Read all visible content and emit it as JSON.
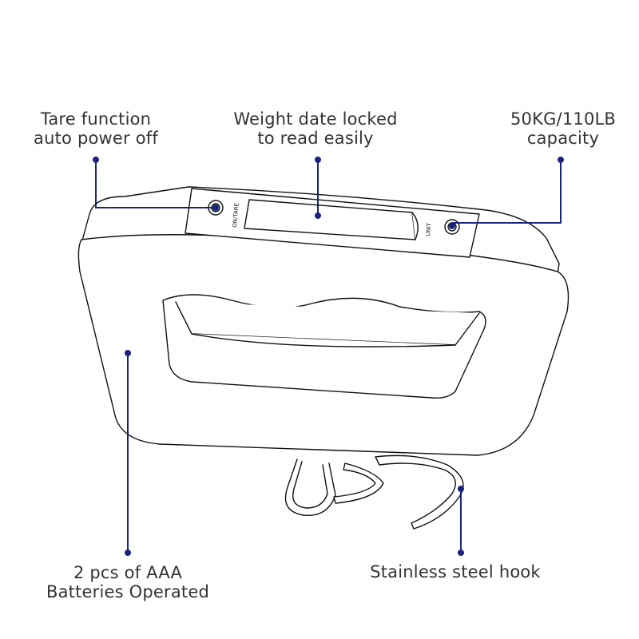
{
  "callouts": {
    "tare": {
      "line1": "Tare function",
      "line2": "auto power off"
    },
    "weight": {
      "line1": "Weight date locked",
      "line2": "to read easily"
    },
    "capacity": {
      "line1": "50KG/110LB",
      "line2": "capacity"
    },
    "batteries": {
      "line1": "2 pcs of AAA",
      "line2": "Batteries Operated"
    },
    "hook": {
      "line1": "Stainless steel hook"
    }
  },
  "device": {
    "button_left": "ON/TARE",
    "button_right": "UNIT"
  },
  "colors": {
    "leader": "#1a237e",
    "outline": "#111111",
    "text": "#333333",
    "background": "#ffffff"
  }
}
